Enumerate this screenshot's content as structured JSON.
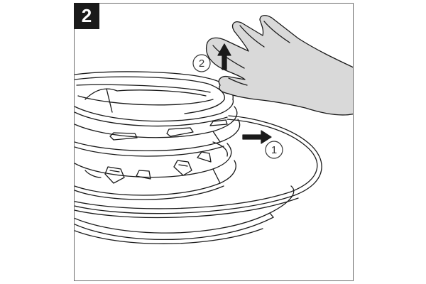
{
  "step": {
    "number": "2"
  },
  "callouts": [
    {
      "label": "1",
      "arrow": "right-arrow-icon"
    },
    {
      "label": "2",
      "arrow": "up-arrow-icon"
    }
  ],
  "colors": {
    "line": "#1a1a1a",
    "badge_bg": "#1a1a1a",
    "badge_text": "#ffffff",
    "hand_fill": "#d9d9d9",
    "frame": "#6b6b6b"
  }
}
